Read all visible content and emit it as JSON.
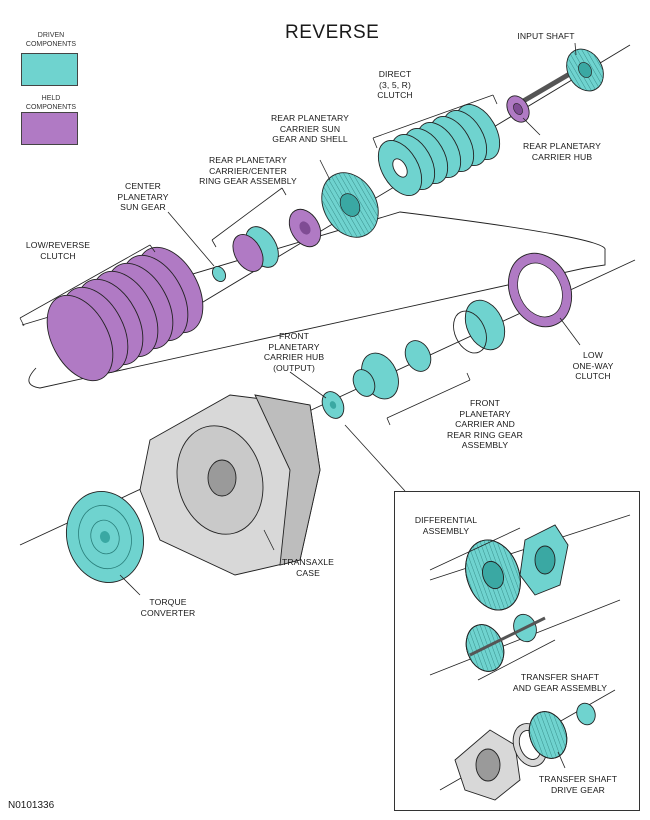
{
  "title": "REVERSE",
  "figure_code": "N0101336",
  "legend": [
    {
      "label": "DRIVEN\nCOMPONENTS",
      "color": "#6fd3cf",
      "name": "driven"
    },
    {
      "label": "HELD\nCOMPONENTS",
      "color": "#b07ac4",
      "name": "held"
    }
  ],
  "colors": {
    "driven": "#6fd3cf",
    "driven_dark": "#3aa8a3",
    "held": "#b07ac4",
    "held_dark": "#7f4c94",
    "case": "#d8d8d8",
    "case_dark": "#9a9a9a",
    "line": "#222222"
  },
  "labels": {
    "input_shaft": "INPUT SHAFT",
    "direct_clutch": "DIRECT\n(3, 5, R)\nCLUTCH",
    "rear_carrier_hub": "REAR PLANETARY\nCARRIER HUB",
    "rear_carrier_sun": "REAR PLANETARY\nCARRIER SUN\nGEAR AND SHELL",
    "rear_carrier_ring": "REAR PLANETARY\nCARRIER/CENTER\nRING GEAR ASSEMBLY",
    "center_sun": "CENTER\nPLANETARY\nSUN GEAR",
    "low_reverse_clutch": "LOW/REVERSE\nCLUTCH",
    "front_carrier_hub": "FRONT\nPLANETARY\nCARRIER HUB\n(OUTPUT)",
    "low_oneway_clutch": "LOW\nONE-WAY\nCLUTCH",
    "front_carrier_ring": "FRONT\nPLANETARY\nCARRIER AND\nREAR RING GEAR\nASSEMBLY",
    "differential": "DIFFERENTIAL\nASSEMBLY",
    "transaxle_case": "TRANSAXLE\nCASE",
    "torque_converter": "TORQUE\nCONVERTER",
    "transfer_shaft_gear": "TRANSFER SHAFT\nAND GEAR ASSEMBLY",
    "transfer_drive_gear": "TRANSFER SHAFT\nDRIVE GEAR"
  }
}
